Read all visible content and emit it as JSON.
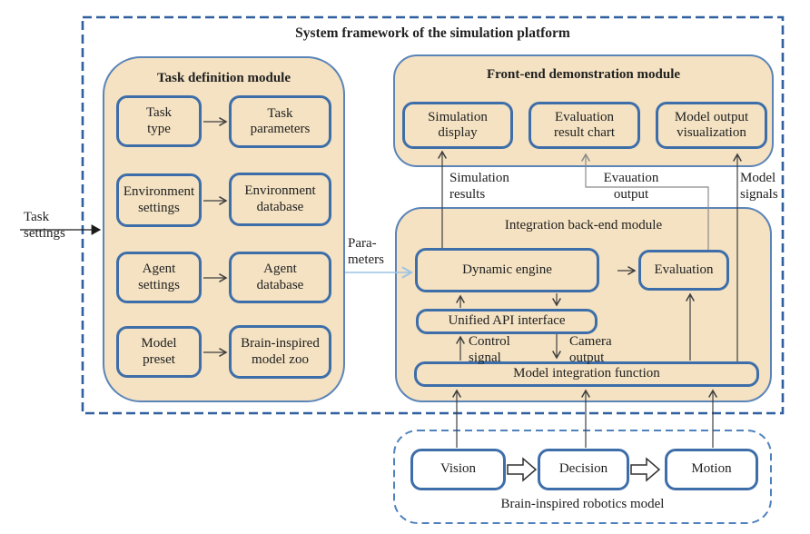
{
  "title": "System framework of the simulation platform",
  "colors": {
    "module_fill": "#f4e2c2",
    "module_border": "#5b84b8",
    "box_border": "#3e6ea9",
    "outer_frame_dash": "#2f5f9e",
    "robotics_frame_dash": "#4f81bd",
    "line_dark": "#3f3f3f",
    "line_gray": "#8b8b8b",
    "parameters_arrow": "#9cc3e6",
    "text": "#212121"
  },
  "task_module": {
    "header": "Task definition module",
    "rows": [
      {
        "left": "Task\ntype",
        "right": "Task\nparameters"
      },
      {
        "left": "Environment\nsettings",
        "right": "Environment\ndatabase"
      },
      {
        "left": "Agent\nsettings",
        "right": "Agent\ndatabase"
      },
      {
        "left": "Model\npreset",
        "right": "Brain-inspired\nmodel zoo"
      }
    ]
  },
  "frontend_module": {
    "header": "Front-end demonstration module",
    "boxes": [
      "Simulation\ndisplay",
      "Evaluation\nresult chart",
      "Model output\nvisualization"
    ]
  },
  "backend_module": {
    "header": "Integration back-end module",
    "dynamic_engine": "Dynamic engine",
    "evaluation": "Evaluation",
    "unified_api": "Unified API interface",
    "model_integration": "Model integration function"
  },
  "robotics_model": {
    "caption": "Brain-inspired robotics model",
    "boxes": [
      "Vision",
      "Decision",
      "Motion"
    ]
  },
  "connector_labels": {
    "task_settings": "Task\nsettings",
    "parameters": "Para-\nmeters",
    "simulation_results": "Simulation\nresults",
    "evaluation_output": "Evauation\noutput",
    "model_signals": "Model\nsignals",
    "control_signal": "Control\nsignal",
    "camera_output": "Camera\noutput"
  }
}
